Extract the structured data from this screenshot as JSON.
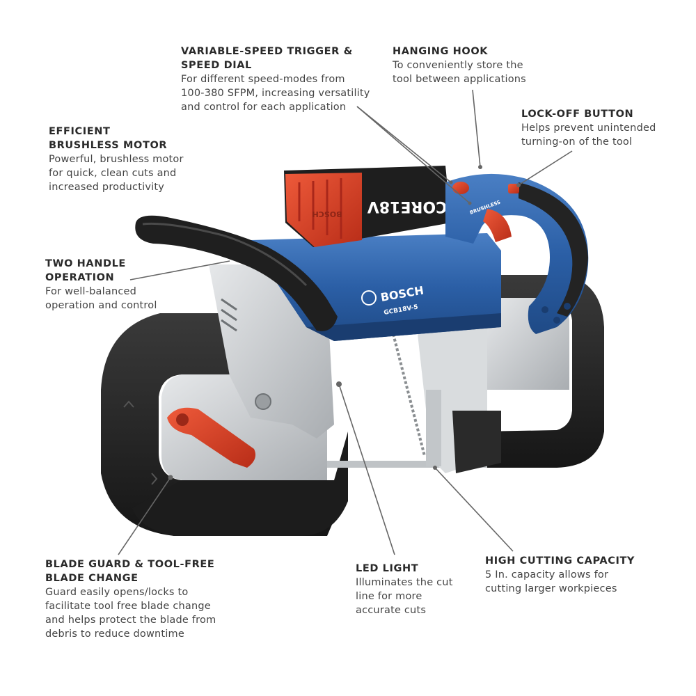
{
  "callouts": {
    "trigger": {
      "title": "VARIABLE-SPEED TRIGGER &\nSPEED DIAL",
      "desc": "For different speed-modes from\n100-380 SFPM, increasing versatility\nand control for each application"
    },
    "hook": {
      "title": "HANGING HOOK",
      "desc": "To conveniently store the\ntool between applications"
    },
    "lockoff": {
      "title": "LOCK-OFF BUTTON",
      "desc": "Helps prevent unintended\nturning-on of the tool"
    },
    "motor": {
      "title": "EFFICIENT\nBRUSHLESS MOTOR",
      "desc": "Powerful, brushless motor\nfor quick, clean cuts and\nincreased productivity"
    },
    "handle": {
      "title": "TWO HANDLE\nOPERATION",
      "desc": "For well-balanced\noperation and control"
    },
    "guard": {
      "title": "BLADE GUARD & TOOL-FREE\nBLADE CHANGE",
      "desc": "Guard easily opens/locks to\nfacilitate tool free blade change\nand helps protect the blade from\ndebris to reduce downtime"
    },
    "led": {
      "title": "LED LIGHT",
      "desc": "Illuminates the cut\nline for more\naccurate cuts"
    },
    "capacity": {
      "title": "HIGH CUTTING CAPACITY",
      "desc": "5 In. capacity allows for\ncutting larger workpieces"
    }
  },
  "tool_labels": {
    "brand": "BOSCH",
    "model": "GCB18V-5",
    "battery_brand": "CORE18V",
    "battery_side": "BOSCH",
    "handle_badge": "BRUSHLESS"
  },
  "colors": {
    "body_blue": "#2b5fa6",
    "accent_red": "#d23a22",
    "battery_black": "#1e1e1e",
    "guard_black": "#262626",
    "metal_gray": "#cfd2d4"
  }
}
